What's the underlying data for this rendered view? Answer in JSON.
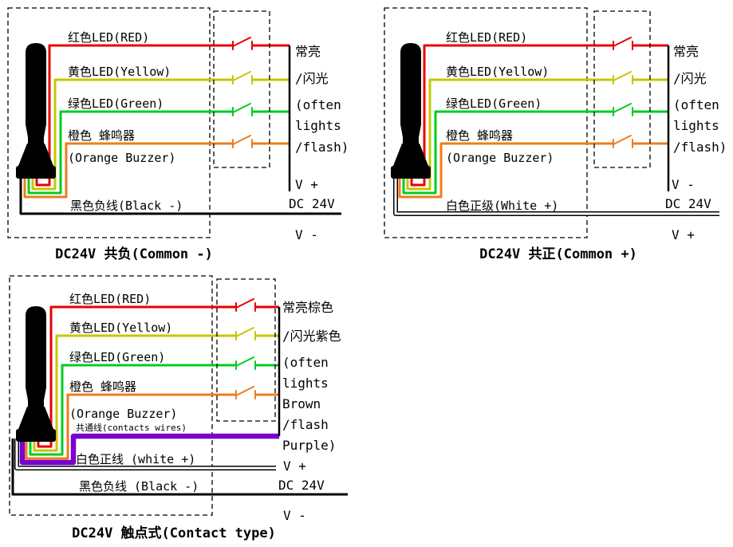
{
  "shared": {
    "red": "红色LED(RED)",
    "yellow": "黄色LED(Yellow)",
    "green": "绿色LED(Green)",
    "orange": "橙色 蜂鸣器",
    "orange_en": "(Orange Buzzer)",
    "dc": "DC 24V",
    "v_plus": "V +",
    "v_minus": "V -"
  },
  "d1": {
    "caption": "DC24V 共负(Common -)",
    "neg_label": "黑色负线(Black -)",
    "right": [
      "常亮",
      "/闪光",
      "(often",
      "lights",
      "/flash)"
    ]
  },
  "d2": {
    "caption": "DC24V 共正(Common +)",
    "pos_label": "白色正级(White +)",
    "right": [
      "常亮",
      "/闪光",
      "(often",
      "lights",
      "/flash)"
    ]
  },
  "d3": {
    "caption": "DC24V 触点式(Contact type)",
    "common_label": "共通线(contacts wires)",
    "white_label": "白色正线 (white +)",
    "black_label": "黑色负线 (Black -)",
    "right": [
      "常亮棕色",
      "/闪光紫色",
      "(often",
      "lights",
      "Brown",
      "/flash",
      "Purple)"
    ]
  },
  "colors": {
    "red": "#e80000",
    "yellow": "#c6c600",
    "green": "#00cc22",
    "orange": "#ef7d1a",
    "black": "#000000",
    "white": "#ffffff",
    "purple": "#7a00cf"
  }
}
